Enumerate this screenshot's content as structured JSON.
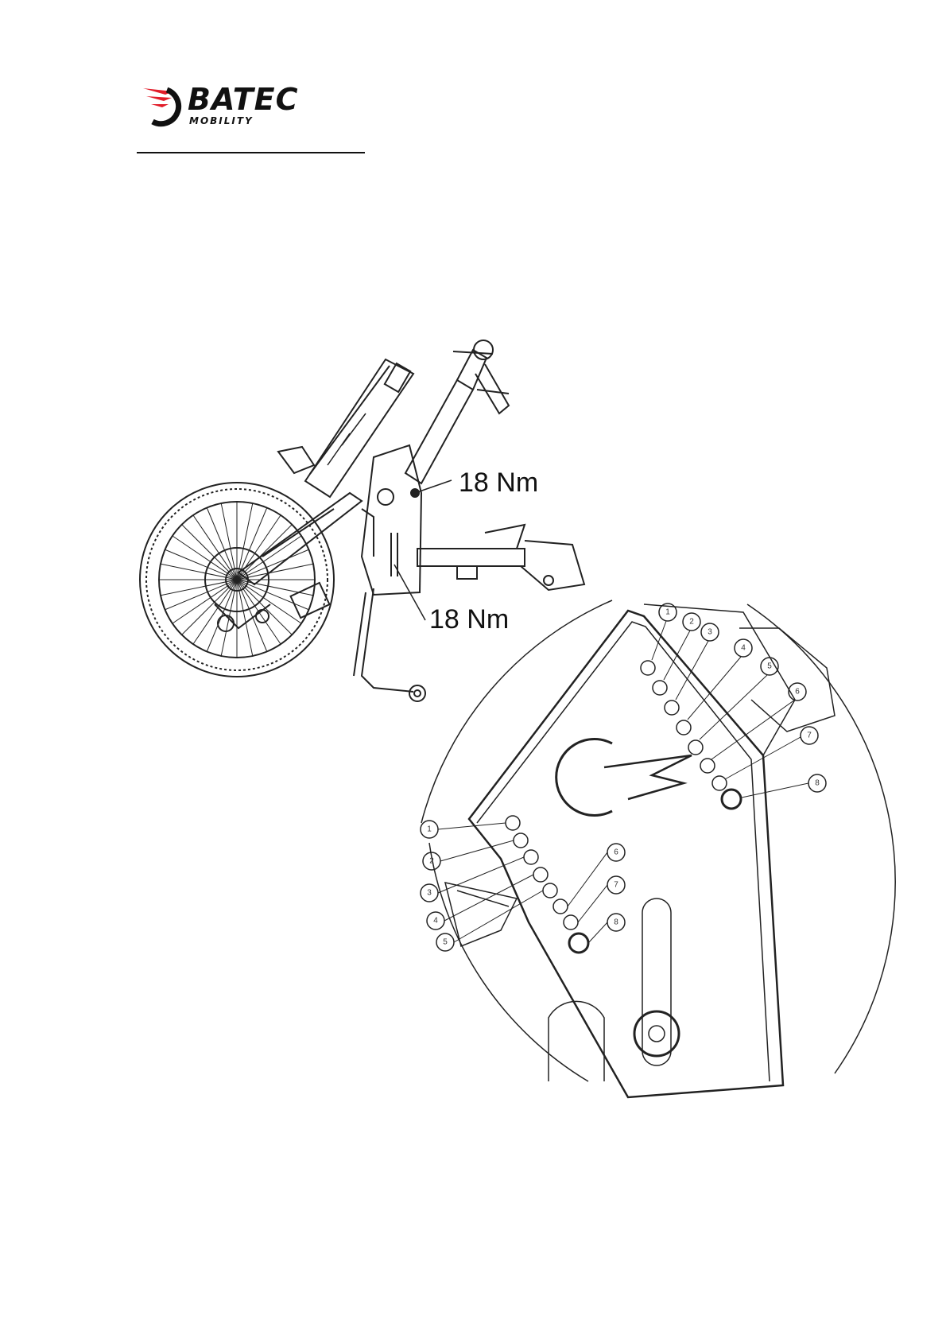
{
  "brand": {
    "name": "BATEC",
    "subtitle": "MOBILITY",
    "accent_color": "#e11d2a"
  },
  "diagram": {
    "torque_labels": [
      "18 Nm",
      "18 Nm"
    ],
    "upper_holes": [
      "1",
      "2",
      "3",
      "4",
      "5",
      "6",
      "7",
      "8"
    ],
    "lower_holes": [
      "1",
      "2",
      "3",
      "4",
      "5",
      "6",
      "7",
      "8"
    ]
  }
}
